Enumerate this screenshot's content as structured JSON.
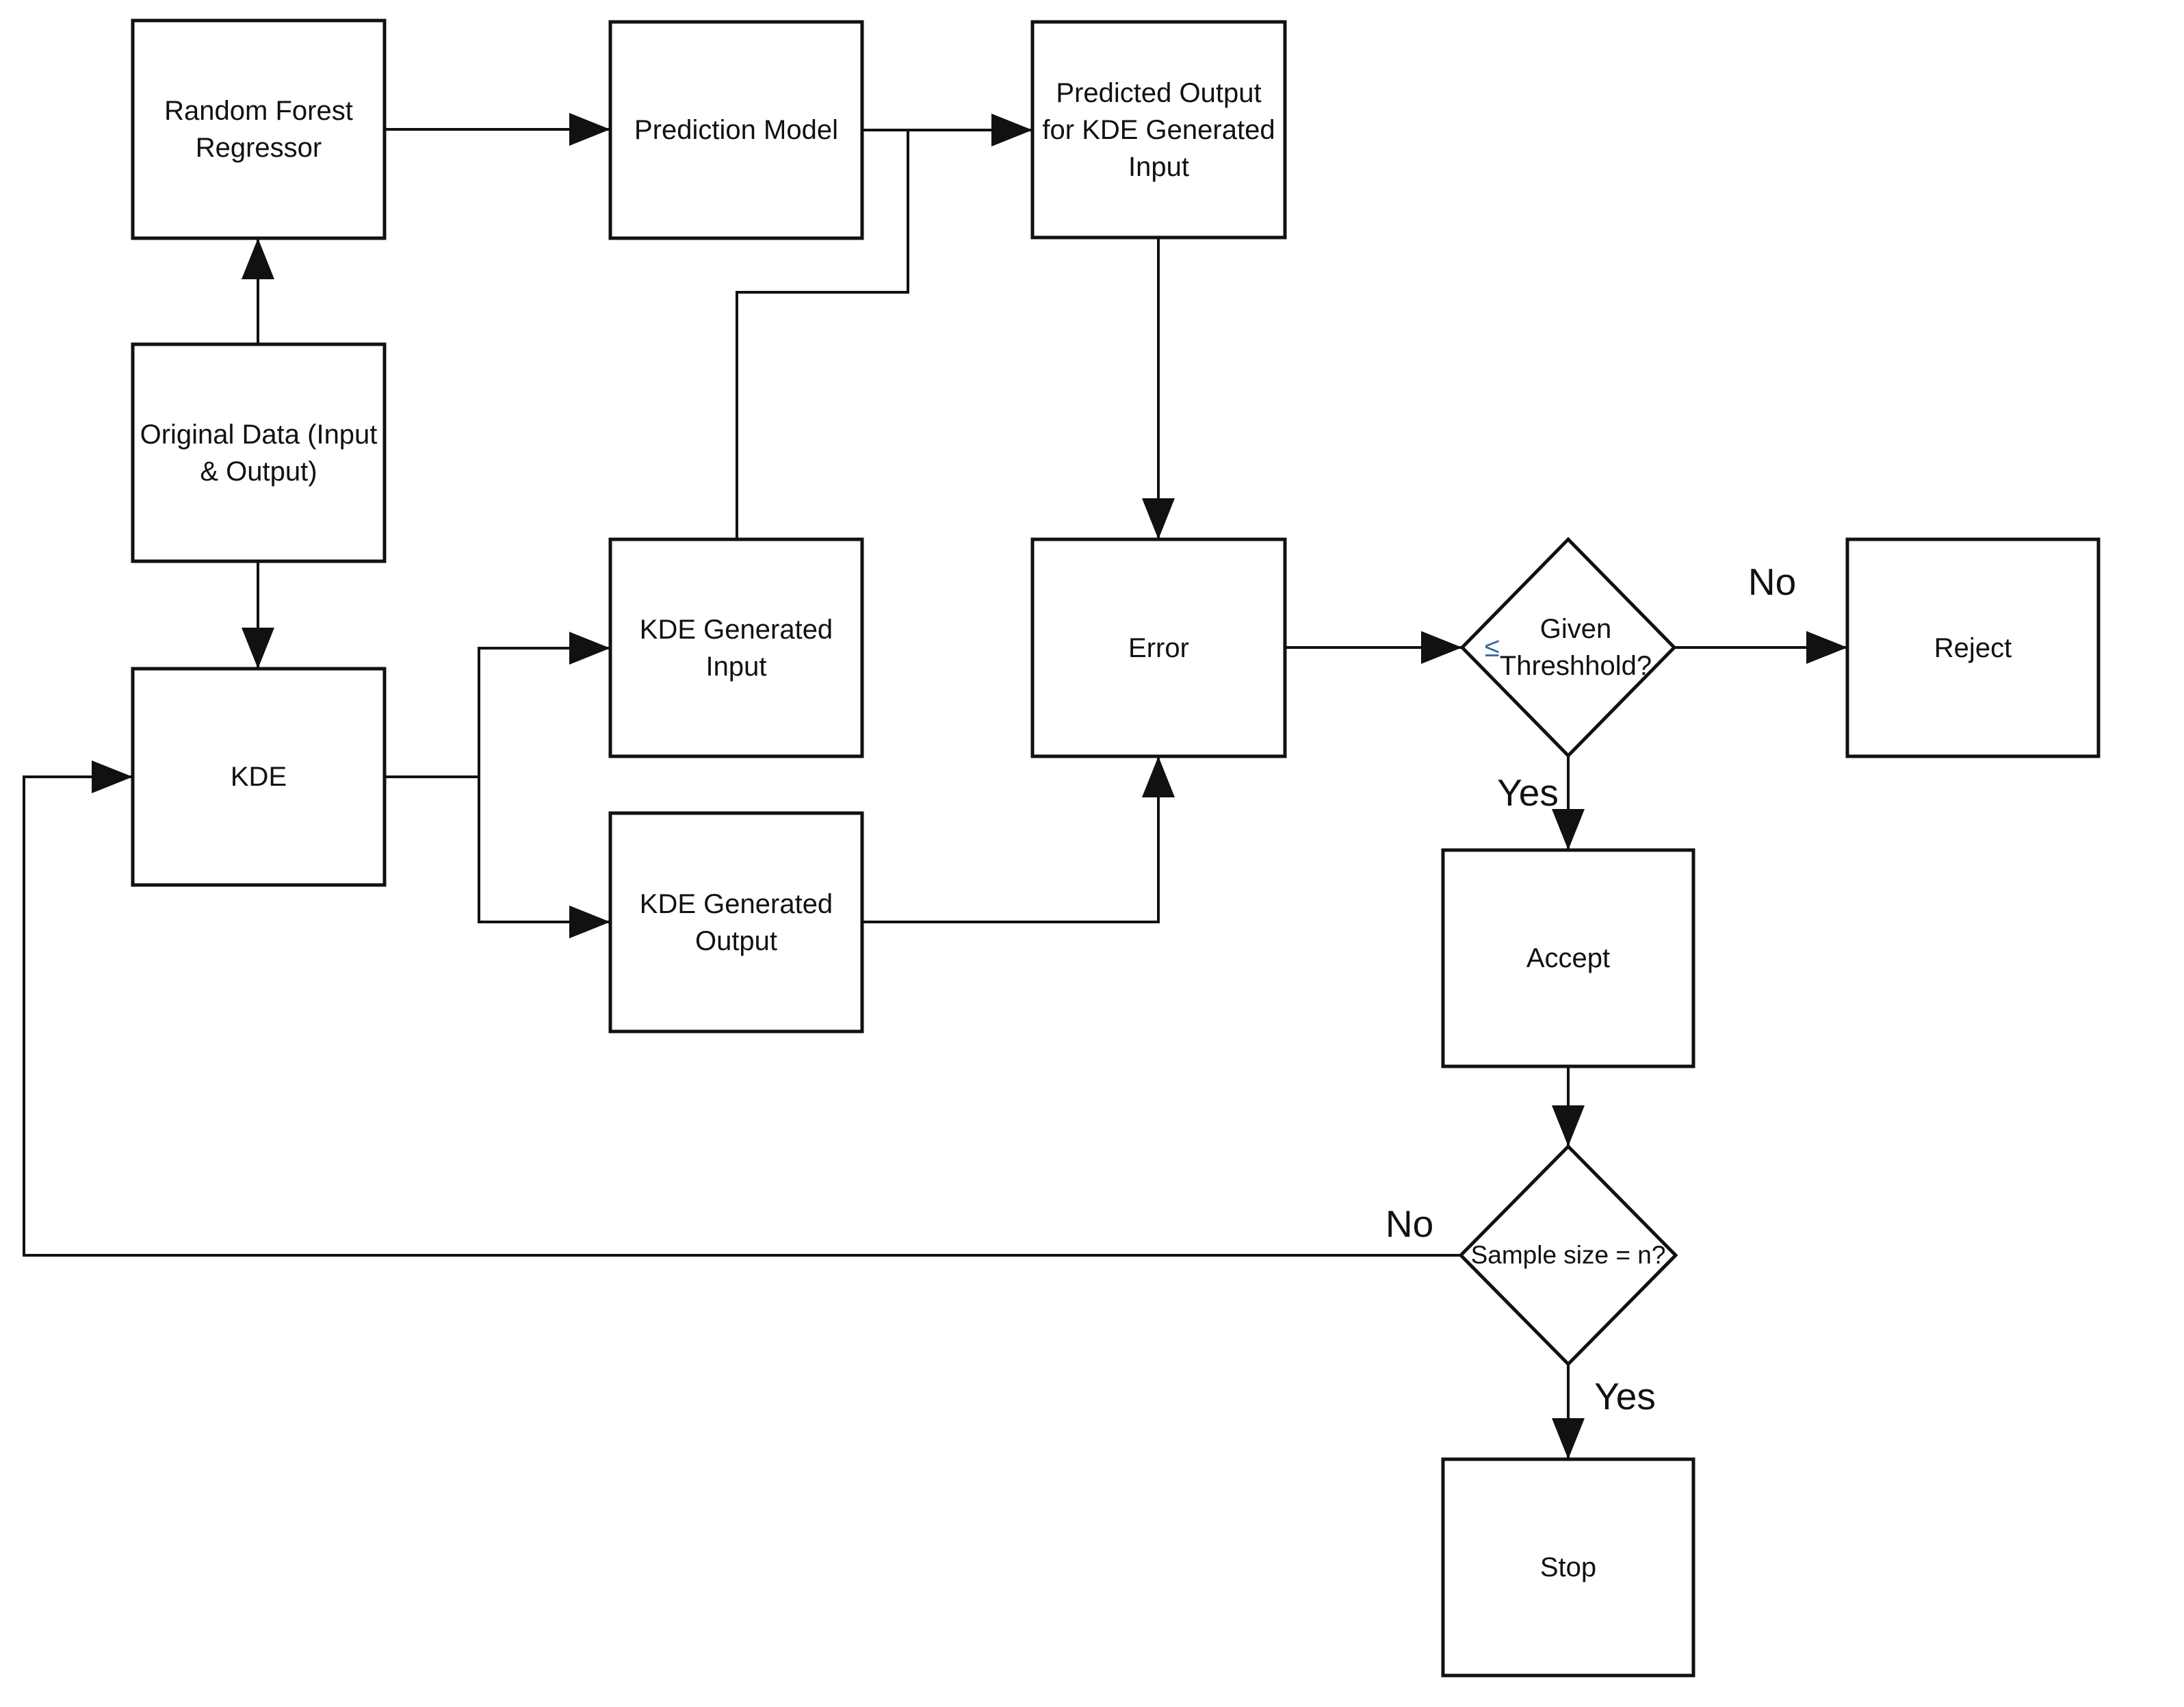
{
  "diagram": {
    "background_color": "#ffffff",
    "line_color": "#111111",
    "text_color": "#111111",
    "leq_accent_color": "#3a6a9b"
  },
  "nodes": {
    "random_forest": {
      "label": "Random Forest\nRegressor"
    },
    "prediction_model": {
      "label": "Prediction Model"
    },
    "predicted_output": {
      "label": "Predicted Output\nfor KDE Generated\nInput"
    },
    "original_data": {
      "label": "Original Data (Input\n& Output)"
    },
    "kde": {
      "label": "KDE"
    },
    "kde_generated_input": {
      "label": "KDE Generated\nInput"
    },
    "kde_generated_output": {
      "label": "KDE Generated\nOutput"
    },
    "error": {
      "label": "Error"
    },
    "threshold_decision": {
      "leq": "≤",
      "rest": " Given\nThreshhold?"
    },
    "reject": {
      "label": "Reject"
    },
    "accept": {
      "label": "Accept"
    },
    "sample_size_decision": {
      "label": "Sample size = n?"
    },
    "stop": {
      "label": "Stop"
    }
  },
  "edge_labels": {
    "threshold_no": "No",
    "threshold_yes": "Yes",
    "sample_size_no": "No",
    "sample_size_yes": "Yes"
  }
}
